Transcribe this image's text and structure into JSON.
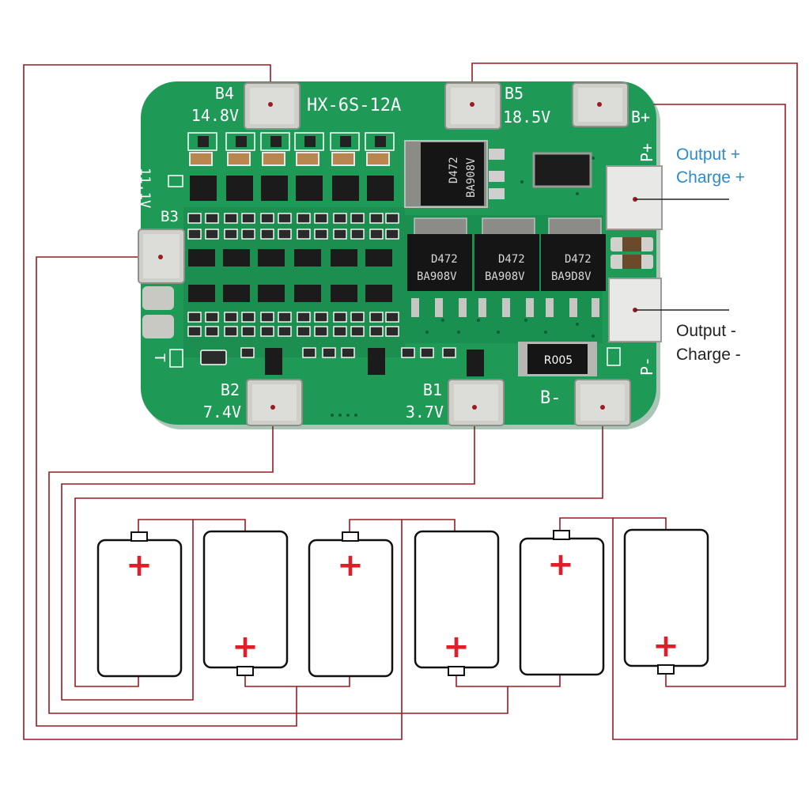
{
  "board": {
    "model": "HX-6S-12A",
    "pads": {
      "b4": {
        "name": "B4",
        "voltage": "14.8V"
      },
      "b5": {
        "name": "B5",
        "voltage": "18.5V"
      },
      "b3": {
        "name": "B3",
        "voltage": "11.1V"
      },
      "b2": {
        "name": "B2",
        "voltage": "7.4V"
      },
      "b1": {
        "name": "B1",
        "voltage": "3.7V"
      },
      "b_plus": "B+",
      "b_minus": "B-",
      "p_plus": "P+",
      "p_minus": "P-",
      "t": "T"
    },
    "chip_marks": {
      "mosfet_code": "D472",
      "mosfet_batch_1": "BA908V",
      "mosfet_batch_2": "BA908V",
      "mosfet_batch_3": "BA908V",
      "mosfet_batch_4": "BA9D8V",
      "sense_resistor": "R005"
    }
  },
  "labels": {
    "output_plus": "Output +",
    "charge_plus": "Charge +",
    "output_minus": "Output -",
    "charge_minus": "Charge -"
  },
  "batteries": {
    "count": 6,
    "plus_symbol": "+"
  },
  "colors": {
    "pcb": "#1f9a56",
    "pcb_dark": "#187a45",
    "wire": "#9b1b22",
    "plus_mark": "#e01e2a",
    "label_blue": "#2d8bc9",
    "label_dark": "#222222",
    "pad": "#d8d8d4"
  }
}
